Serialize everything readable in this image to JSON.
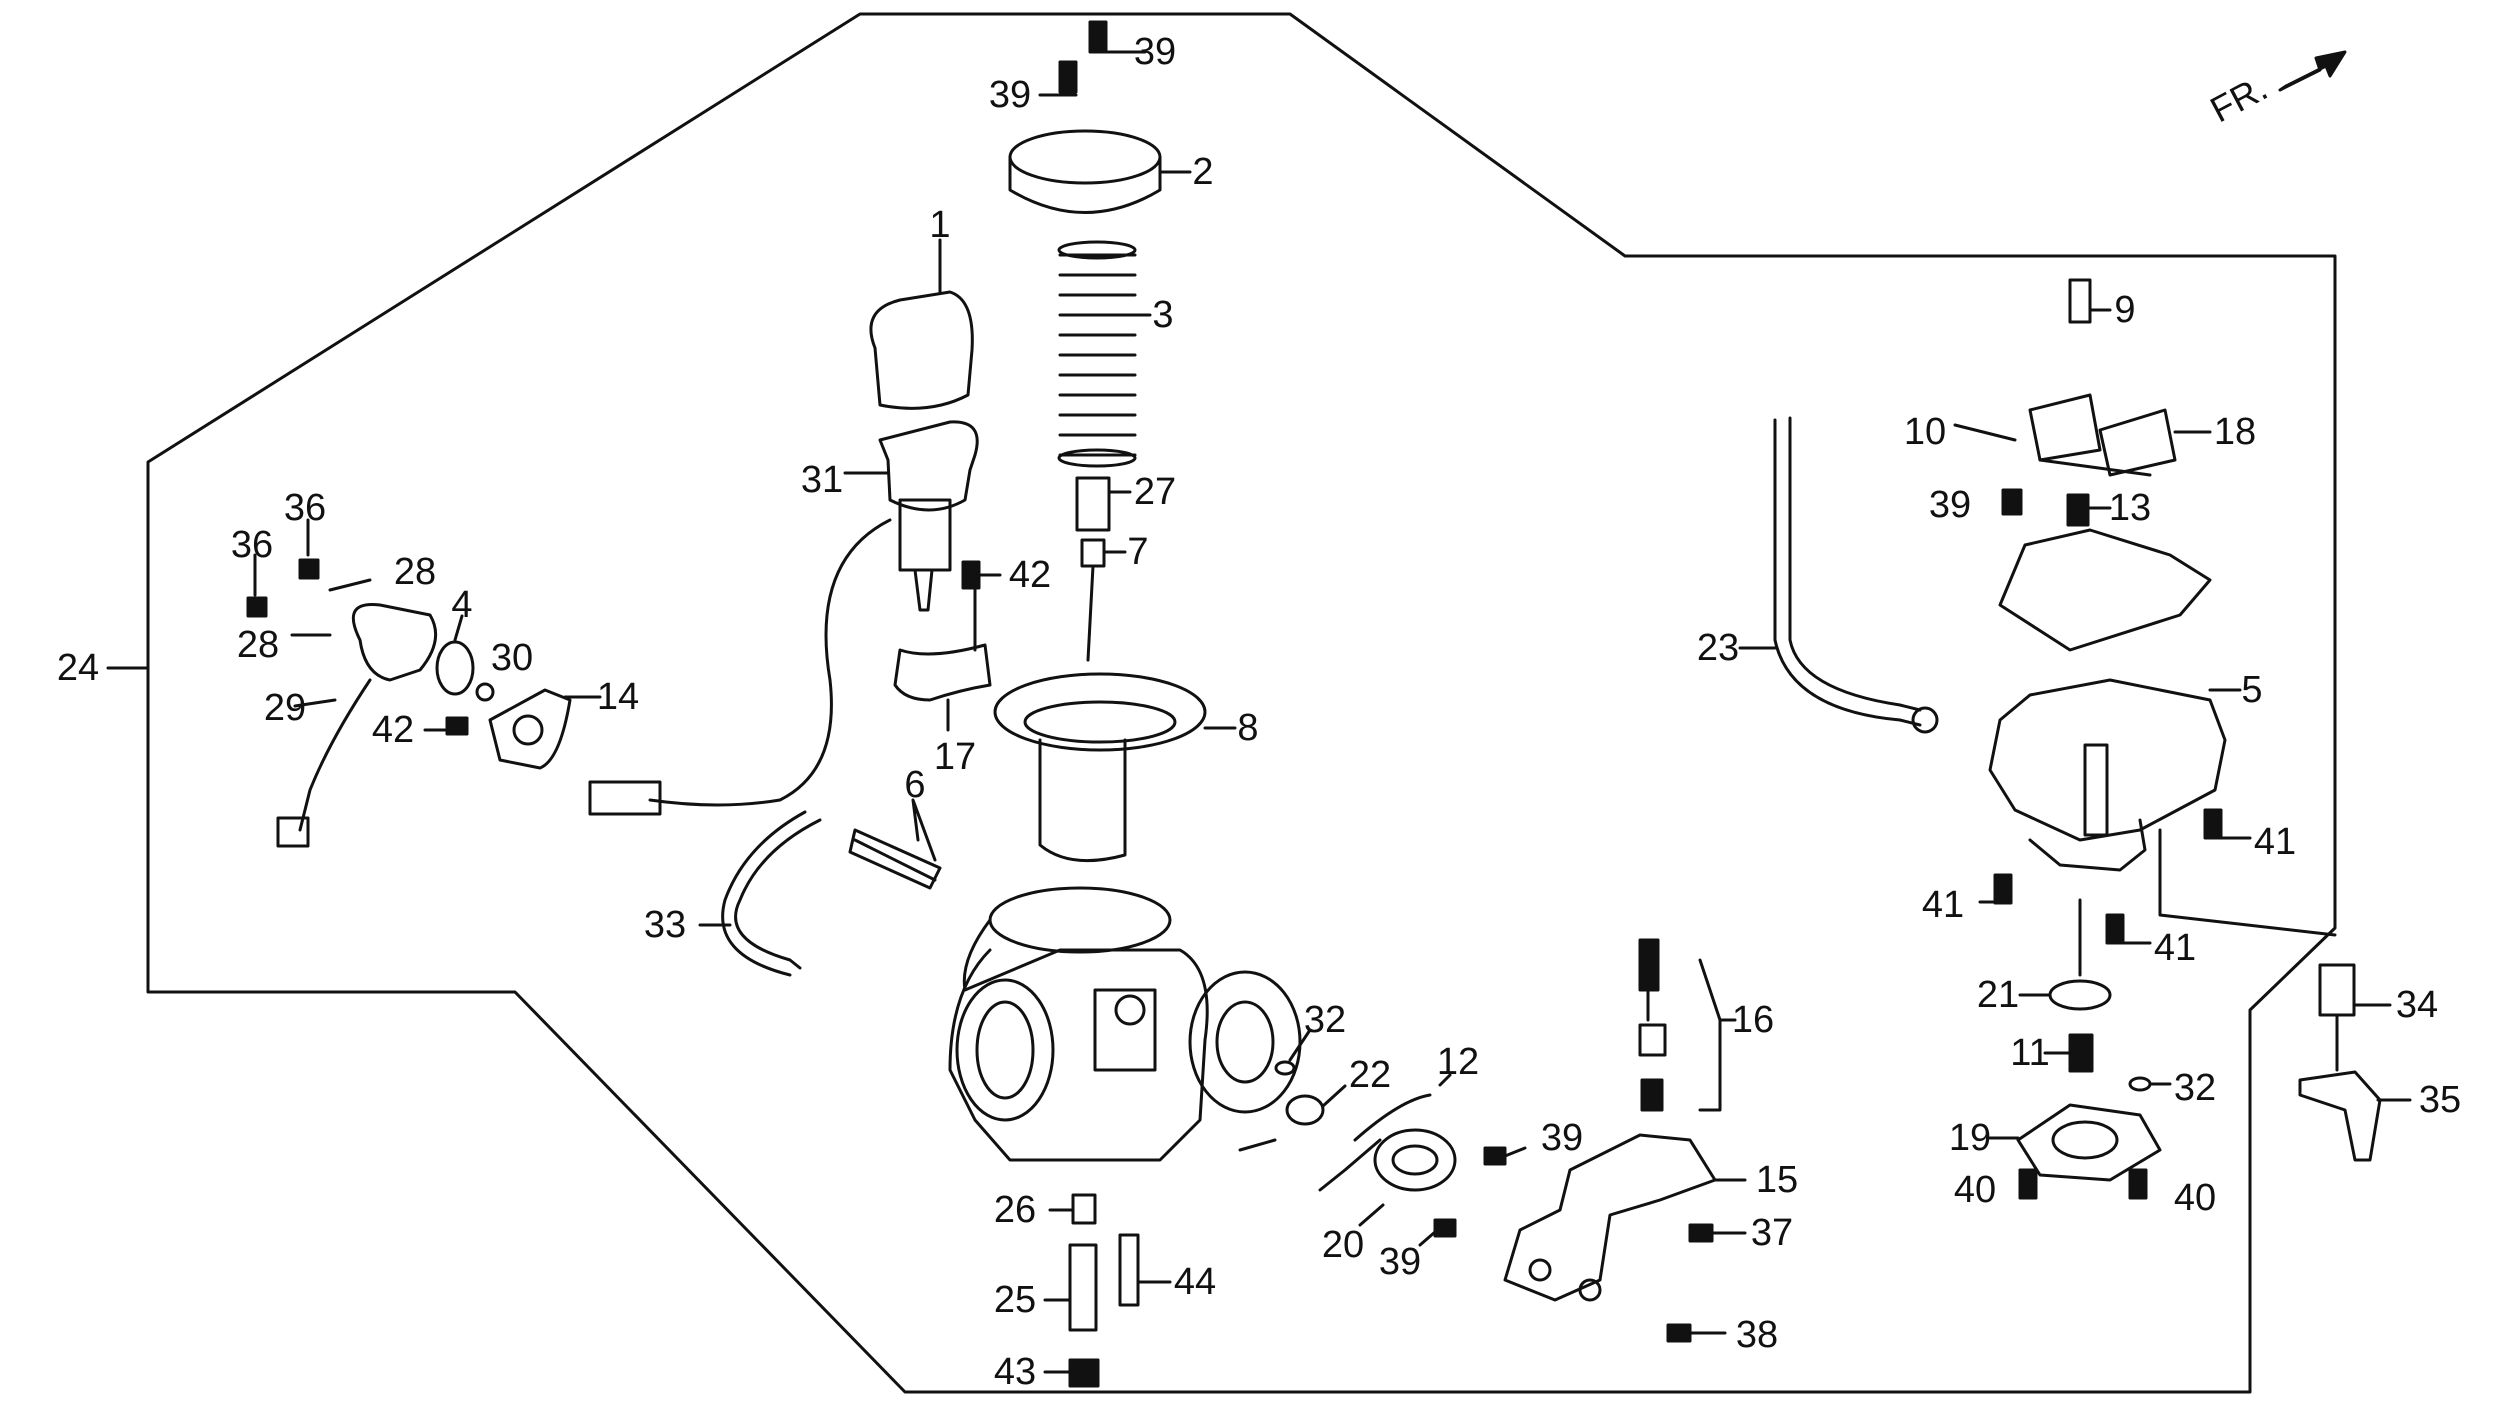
{
  "direction_label": "FR.",
  "parts": {
    "p1": "1",
    "p2": "2",
    "p3": "3",
    "p4": "4",
    "p5": "5",
    "p6": "6",
    "p7": "7",
    "p8": "8",
    "p9": "9",
    "p10": "10",
    "p11": "11",
    "p12": "12",
    "p13": "13",
    "p14": "14",
    "p15": "15",
    "p16": "16",
    "p17": "17",
    "p18": "18",
    "p19": "19",
    "p20": "20",
    "p21": "21",
    "p22": "22",
    "p23": "23",
    "p24": "24",
    "p25": "25",
    "p26": "26",
    "p27": "27",
    "p28": "28",
    "p29": "29",
    "p30": "30",
    "p31": "31",
    "p32": "32",
    "p33": "33",
    "p34": "34",
    "p35": "35",
    "p36": "36",
    "p37": "37",
    "p38": "38",
    "p39": "39",
    "p40": "40",
    "p41": "41",
    "p42": "42",
    "p43": "43",
    "p44": "44"
  }
}
